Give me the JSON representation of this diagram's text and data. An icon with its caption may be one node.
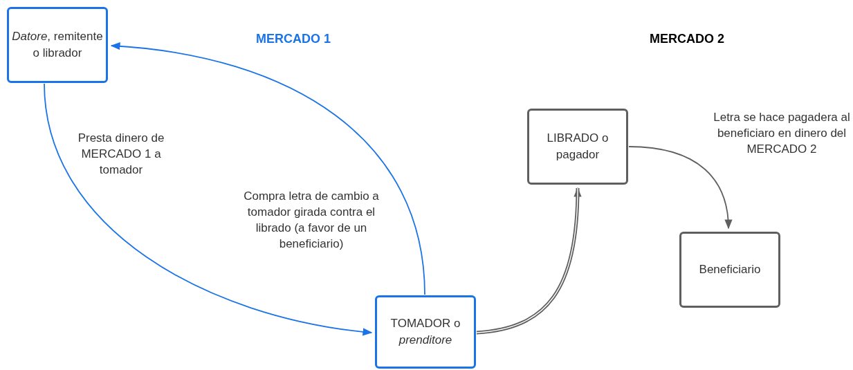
{
  "diagram": {
    "nodes": [
      {
        "text": [
          "*Datore*, remitente o librador"
        ]
      },
      {
        "text": [
          "LIBRADO o pagador"
        ]
      },
      {
        "text": [
          "Beneficiario"
        ]
      },
      {
        "text": [
          "TOMADOR o *prenditore*"
        ]
      }
    ],
    "edges": [
      {
        "from": 0,
        "to": 3,
        "arrow": "to",
        "label": "Presta dinero de MERCADO 1 a tomador",
        "color": "#1a73e8"
      },
      {
        "from": 3,
        "to": 0,
        "arrow": "to",
        "label": "Compra letra de cambio a tomador girada contra el librado (a favor de un beneficiario)",
        "color": "#1a73e8"
      },
      {
        "from": 3,
        "to": 1,
        "arrow": "to",
        "style": "thick",
        "color": "#5f5f5f"
      },
      {
        "from": 1,
        "to": 2,
        "arrow": "to",
        "label": "Letra se hace pagadera al beneficiaro en dinero del MERCADO 2",
        "color": "#5f5f5f"
      }
    ],
    "labels": [
      "MERCADO 1",
      "MERCADO 2"
    ]
  }
}
